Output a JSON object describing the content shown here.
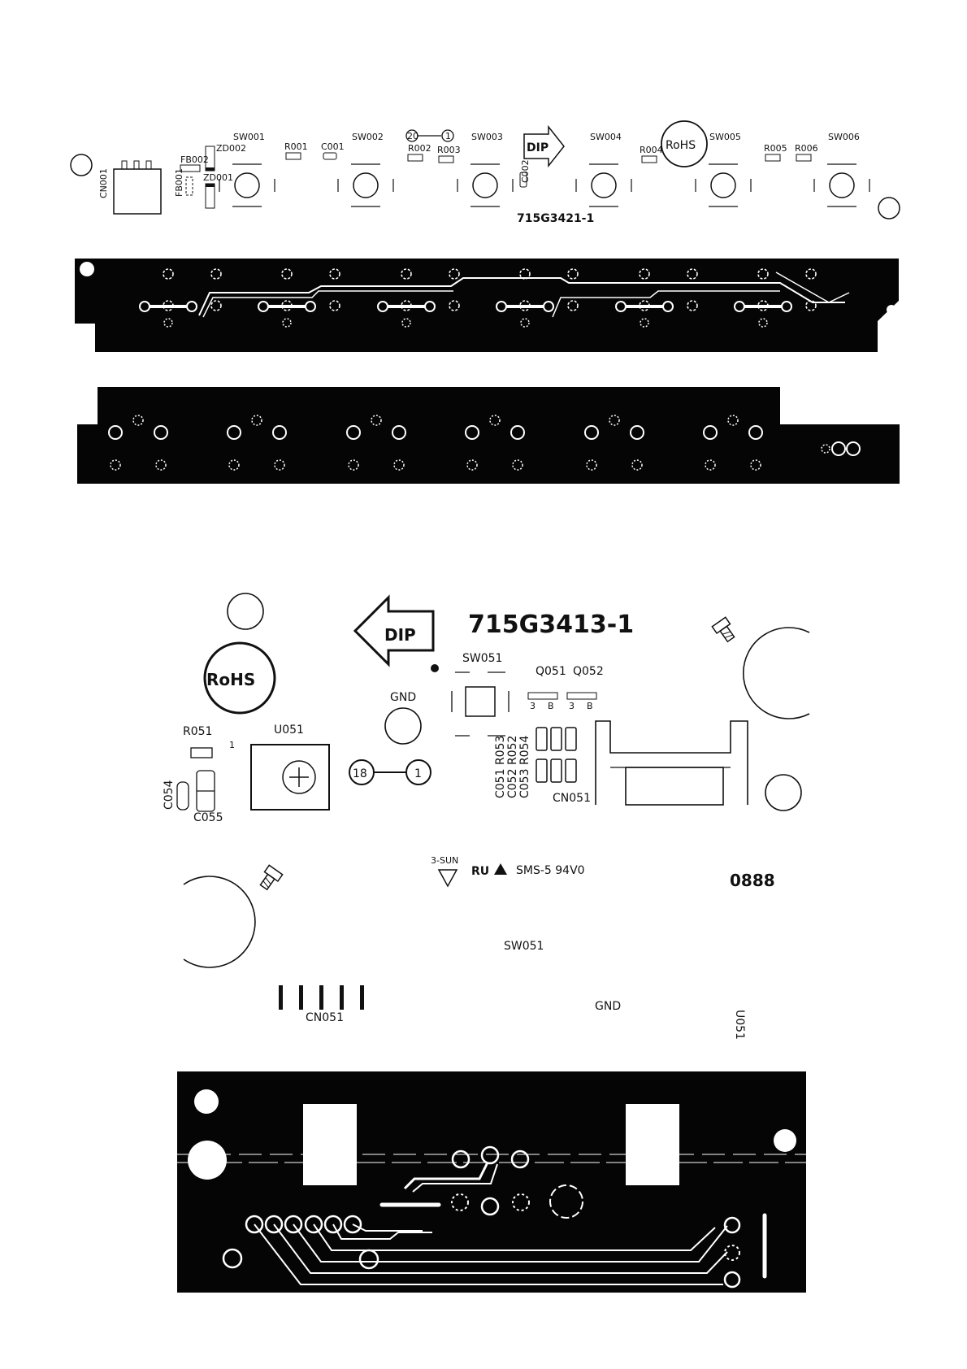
{
  "board1": {
    "part_number": "715G3421-1",
    "connector": "CN001",
    "switches": [
      "SW001",
      "SW002",
      "SW003",
      "SW004",
      "SW005",
      "SW006"
    ],
    "resistors": [
      "R001",
      "R002",
      "R003",
      "R004",
      "R005",
      "R006"
    ],
    "capacitors": [
      "C001",
      "C002"
    ],
    "ferrite_beads": [
      "FB001",
      "FB002"
    ],
    "zener_diodes": [
      "ZD001",
      "ZD002"
    ],
    "pin_marker_start": "20",
    "pin_marker_end": "1",
    "dip_label": "DIP",
    "rohs_label": "RoHS"
  },
  "board2": {
    "part_number": "715G3413-1",
    "dip_label": "DIP",
    "rohs_label": "RoHS",
    "switch": "SW051",
    "transistors": [
      "Q051",
      "Q052"
    ],
    "gnd_label": "GND",
    "resistor_r051": "R051",
    "ic_label": "U051",
    "pin_marker_start": "18",
    "pin_marker_end": "1",
    "cap_group_1": "C051 R053",
    "cap_group_2": "C052 R052",
    "cap_group_3": "C053 R054",
    "connector": "CN051",
    "c054": "C054",
    "c055": "C055",
    "transistor_pins": [
      "3",
      "B",
      "3",
      "B"
    ],
    "pin1": "1"
  },
  "bottom_side": {
    "manufacturer": "3-SUN",
    "ul_mark": "RU",
    "material": "SMS-5 94V0",
    "date_code": "0888",
    "switch": "SW051",
    "gnd": "GND",
    "connector": "CN051",
    "ic": "U051"
  }
}
